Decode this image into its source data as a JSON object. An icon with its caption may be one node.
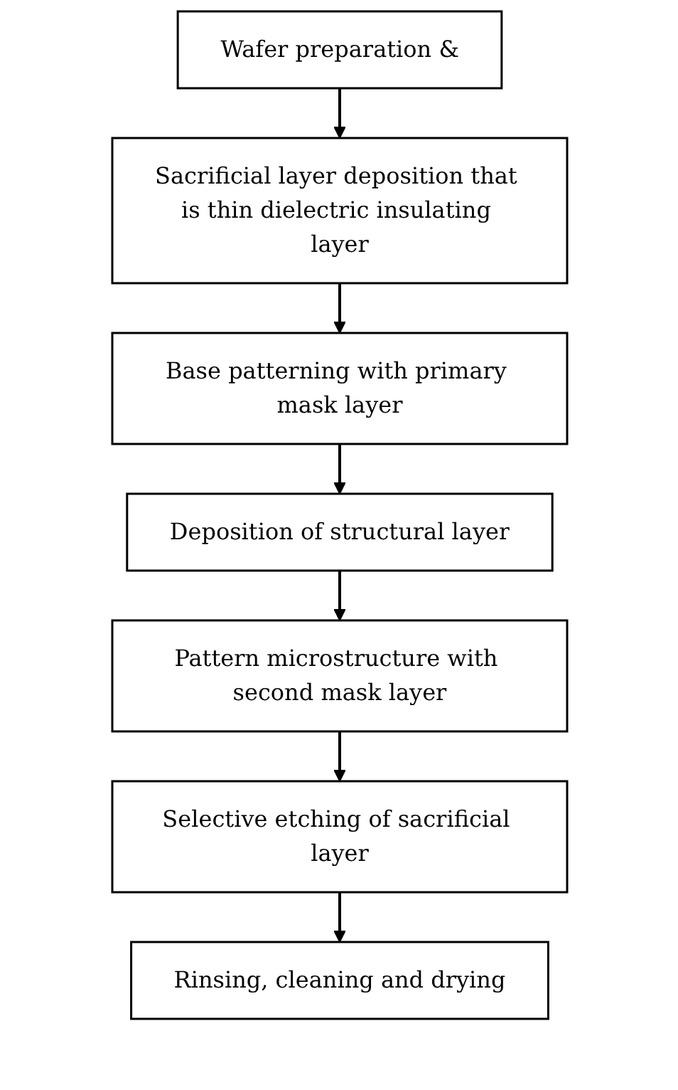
{
  "diagram": {
    "nodes": [
      {
        "text": [
          "Wafer preparation &"
        ]
      },
      {
        "text": [
          "Sacrificial layer deposition that is thin dielectric insulating layer"
        ]
      },
      {
        "text": [
          "Base patterning with primary mask layer"
        ]
      },
      {
        "text": [
          "Deposition of structural layer"
        ]
      },
      {
        "text": [
          "Pattern microstructure with second mask layer"
        ]
      },
      {
        "text": [
          "Selective etching of sacrificial layer"
        ]
      },
      {
        "text": [
          "Rinsing, cleaning and drying"
        ]
      }
    ],
    "edges": [
      {
        "from": 0,
        "to": 1,
        "arrow": "to"
      },
      {
        "from": 1,
        "to": 2,
        "arrow": "to"
      },
      {
        "from": 2,
        "to": 3,
        "arrow": "to"
      },
      {
        "from": 3,
        "to": 4,
        "arrow": "to"
      },
      {
        "from": 4,
        "to": 5,
        "arrow": "to"
      },
      {
        "from": 5,
        "to": 6,
        "arrow": "to"
      }
    ]
  }
}
